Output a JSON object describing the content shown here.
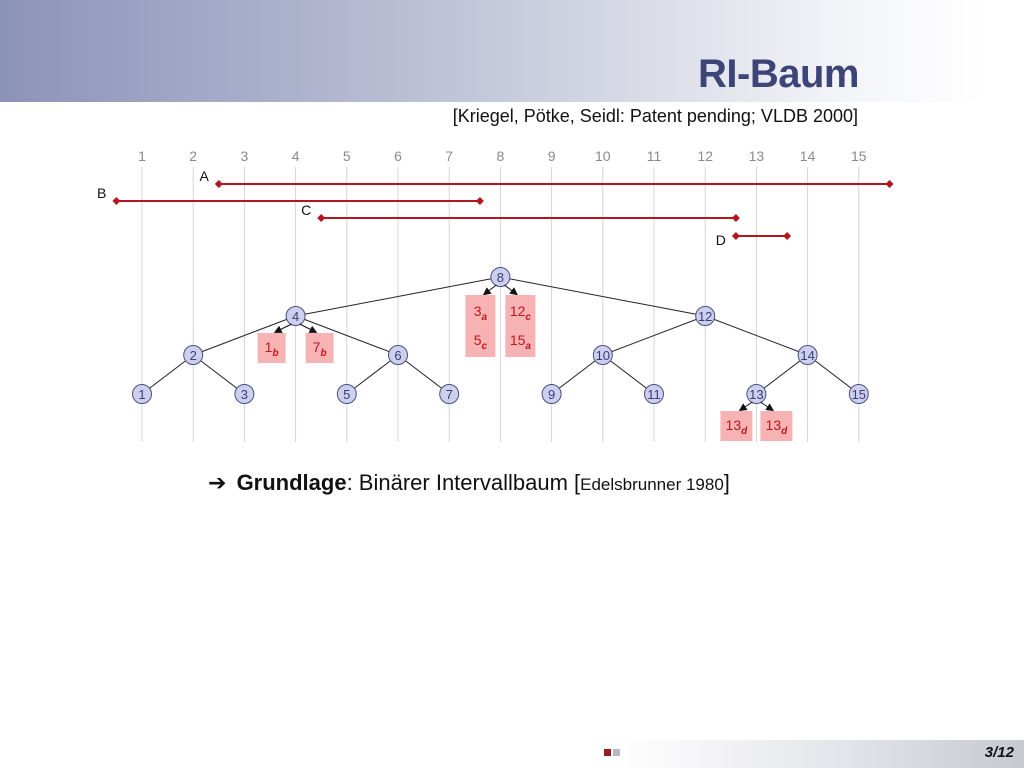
{
  "slide": {
    "title": "RI-Baum",
    "subtitle": "[Kriegel, Pötke, Seidl: Patent pending; VLDB 2000]",
    "caption": {
      "arrow": "➔",
      "bold": "Grundlage",
      "text": ": Binärer Intervallbaum [",
      "cite": "Edelsbrunner 1980",
      "close": "]"
    },
    "page": "3/12"
  },
  "colors": {
    "title": "#3d4477",
    "interval": "#b3161c",
    "node_fill": "#ccd0ee",
    "node_stroke": "#4a4f80",
    "marker_fill": "#f7b2b3",
    "marker_text": "#c0171d",
    "axis_text": "#8a8a8a",
    "gridline": "#d4d4d4"
  },
  "axis": {
    "ticks": [
      "1",
      "2",
      "3",
      "4",
      "5",
      "6",
      "7",
      "8",
      "9",
      "10",
      "11",
      "12",
      "13",
      "14",
      "15"
    ]
  },
  "intervals": [
    {
      "name": "A",
      "start": 2.5,
      "end": 15.6
    },
    {
      "name": "B",
      "start": 0.5,
      "end": 7.6
    },
    {
      "name": "C",
      "start": 4.5,
      "end": 12.6
    },
    {
      "name": "D",
      "start": 12.6,
      "end": 13.6
    }
  ],
  "tree": {
    "nodes": [
      {
        "value": 8,
        "level": 0
      },
      {
        "value": 4,
        "level": 1
      },
      {
        "value": 12,
        "level": 1
      },
      {
        "value": 2,
        "level": 2
      },
      {
        "value": 6,
        "level": 2
      },
      {
        "value": 10,
        "level": 2
      },
      {
        "value": 14,
        "level": 2
      },
      {
        "value": 1,
        "level": 3
      },
      {
        "value": 3,
        "level": 3
      },
      {
        "value": 5,
        "level": 3
      },
      {
        "value": 7,
        "level": 3
      },
      {
        "value": 9,
        "level": 3
      },
      {
        "value": 11,
        "level": 3
      },
      {
        "value": 13,
        "level": 3
      },
      {
        "value": 15,
        "level": 3
      }
    ],
    "edges": [
      [
        8,
        4
      ],
      [
        8,
        12
      ],
      [
        4,
        2
      ],
      [
        4,
        6
      ],
      [
        12,
        10
      ],
      [
        12,
        14
      ],
      [
        2,
        1
      ],
      [
        2,
        3
      ],
      [
        6,
        5
      ],
      [
        6,
        7
      ],
      [
        10,
        9
      ],
      [
        10,
        11
      ],
      [
        14,
        13
      ],
      [
        14,
        15
      ]
    ],
    "lists": [
      {
        "node": 8,
        "side": "left",
        "entries": [
          {
            "n": "3",
            "s": "a"
          },
          {
            "n": "5",
            "s": "c"
          }
        ]
      },
      {
        "node": 8,
        "side": "right",
        "entries": [
          {
            "n": "12",
            "s": "c"
          },
          {
            "n": "15",
            "s": "a"
          }
        ]
      },
      {
        "node": 4,
        "side": "left",
        "entries": [
          {
            "n": "1",
            "s": "b"
          }
        ]
      },
      {
        "node": 4,
        "side": "right",
        "entries": [
          {
            "n": "7",
            "s": "b"
          }
        ]
      },
      {
        "node": 13,
        "side": "left",
        "entries": [
          {
            "n": "13",
            "s": "d"
          }
        ]
      },
      {
        "node": 13,
        "side": "right",
        "entries": [
          {
            "n": "13",
            "s": "d"
          }
        ]
      }
    ]
  }
}
